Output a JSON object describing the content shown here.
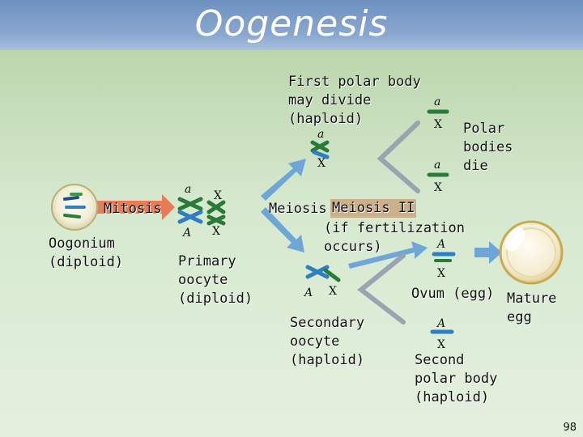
{
  "title": "Oogenesis",
  "labels": {
    "first_polar_body": "First polar body\nmay divide\n(haploid)",
    "polar_bodies_die": "Polar\nbodies\ndie",
    "mitosis": "Mitosis",
    "oogonium": "Oogonium\n(diploid)",
    "primary_oocyte": "Primary\noocyte\n(diploid)",
    "meiosis_1": "Meiosis I",
    "meiosis_2": "Meiosis II",
    "if_fertilization": "(if fertilization\noccurs)",
    "secondary_oocyte": "Secondary\noocyte\n(haploid)",
    "ovum": "Ovum (egg)",
    "mature_egg": "Mature\negg",
    "second_polar_body": "Second\npolar body\n(haploid)"
  },
  "genes": {
    "lower_a": "a",
    "upper_a": "A",
    "x": "X"
  },
  "page_number": "98"
}
